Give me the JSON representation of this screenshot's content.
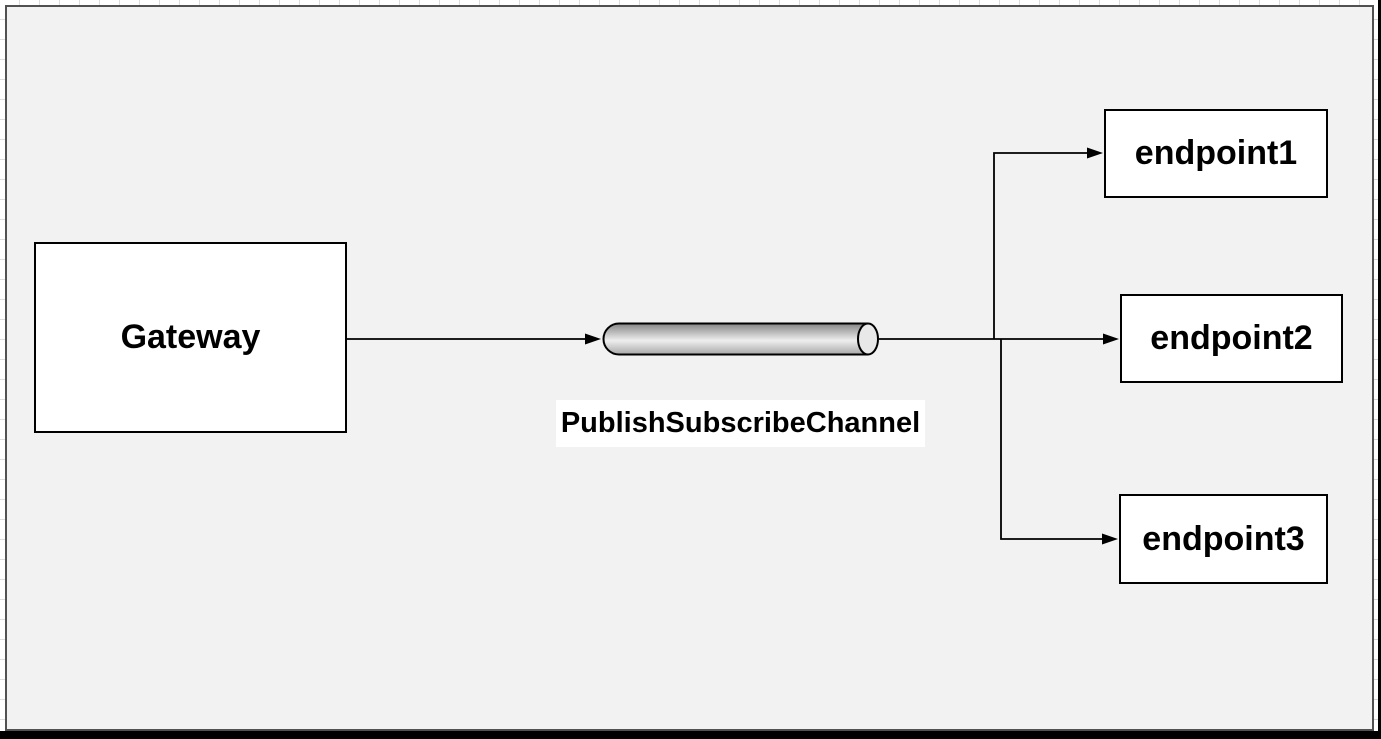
{
  "page": {
    "canvas_fill": "#f2f2f2",
    "canvas_border": "#515151",
    "frame_color": "#000000",
    "node_fill": "#ffffff",
    "node_border": "#000000",
    "line_color": "#000000"
  },
  "diagram": {
    "nodes": [
      {
        "id": "gateway",
        "type": "rectangle",
        "label": "Gateway"
      },
      {
        "id": "channel",
        "type": "pipe-cylinder",
        "label": "PublishSubscribeChannel"
      },
      {
        "id": "endpoint1",
        "type": "rectangle",
        "label": "endpoint1"
      },
      {
        "id": "endpoint2",
        "type": "rectangle",
        "label": "endpoint2"
      },
      {
        "id": "endpoint3",
        "type": "rectangle",
        "label": "endpoint3"
      }
    ],
    "edges": [
      {
        "from": "gateway",
        "to": "channel",
        "arrow": "true"
      },
      {
        "from": "channel",
        "to": "endpoint1",
        "arrow": "true"
      },
      {
        "from": "channel",
        "to": "endpoint2",
        "arrow": "true"
      },
      {
        "from": "channel",
        "to": "endpoint3",
        "arrow": "true"
      }
    ],
    "pipe": {
      "gradient_top": "#858585",
      "gradient_mid": "#eeeeee",
      "gradient_bottom": "#a8a8a8",
      "cap_fill": "#e8e8e8"
    }
  }
}
